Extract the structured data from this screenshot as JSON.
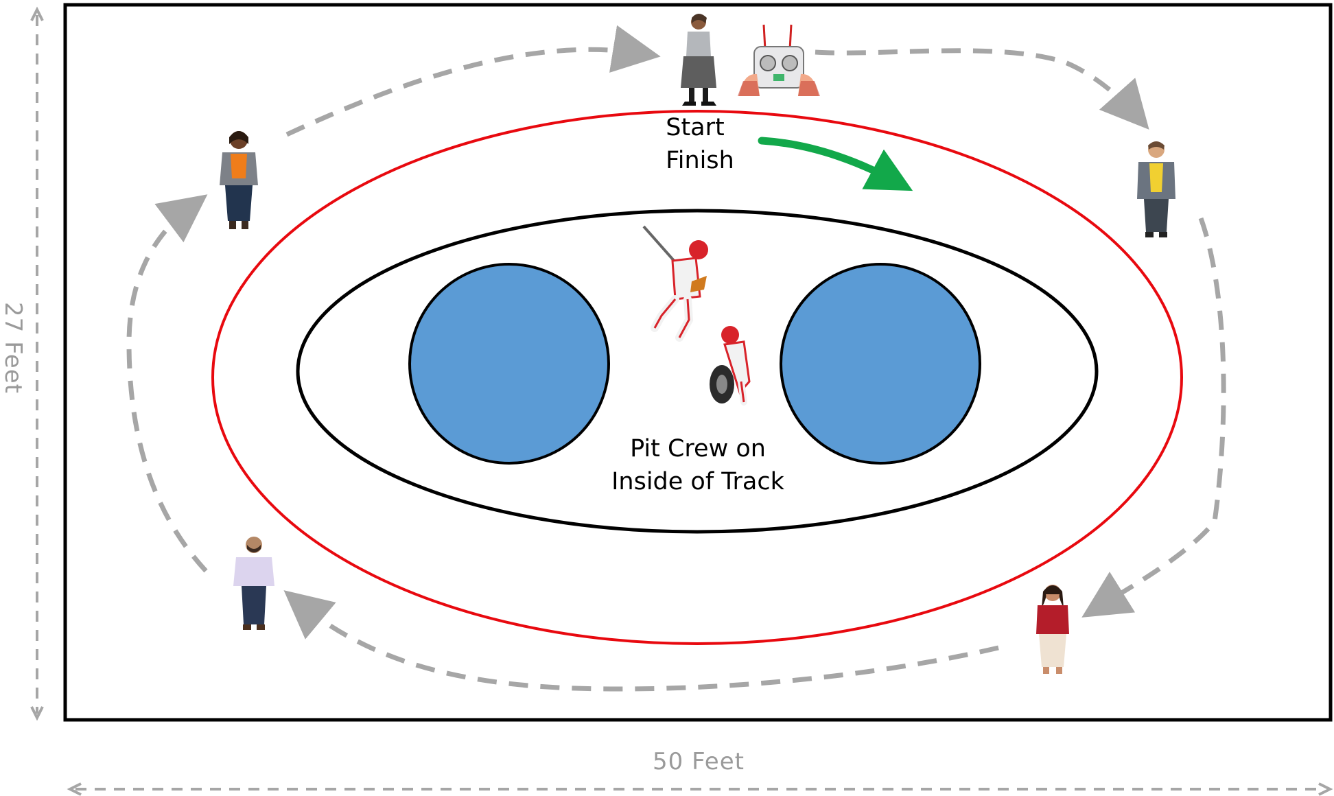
{
  "labels": {
    "start": "Start",
    "finish": "Finish",
    "pit_crew_line1": "Pit Crew on",
    "pit_crew_line2": "Inside of Track",
    "height_dimension": "27 Feet",
    "width_dimension": "50 Feet"
  },
  "colors": {
    "outer_track": "#e8090f",
    "infield": "#000000",
    "pylon_fill": "#5b9bd5",
    "direction_arrow": "#12a84a",
    "path_dashes": "#a6a6a6"
  },
  "icons": {
    "controller": "rc-transmitter-icon",
    "people": [
      "person-orange-top",
      "person-standing-top",
      "person-yellow-shirt",
      "person-lavender-shirt",
      "person-red-top"
    ],
    "pit_crew": [
      "pit-crew-runner",
      "pit-crew-tire-changer"
    ]
  }
}
